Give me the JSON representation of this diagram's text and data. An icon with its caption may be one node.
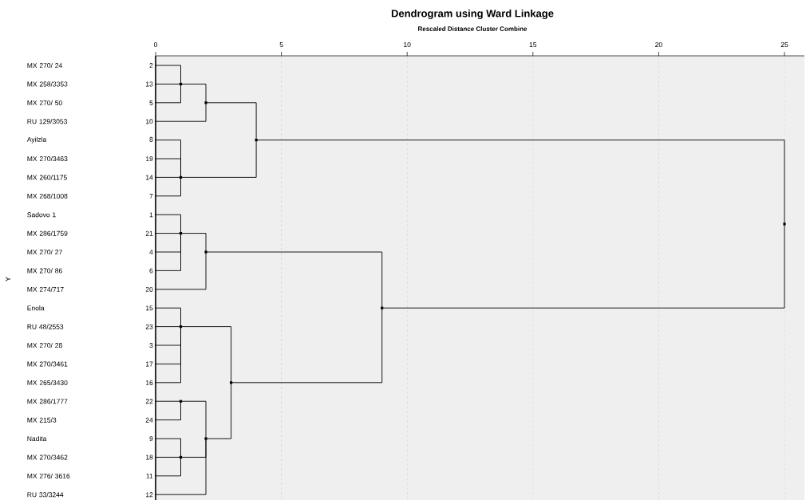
{
  "diagram": {
    "title": "Dendrogram using Ward Linkage",
    "nodes": [
      {
        "text": [
          "MX 270/ 24",
          "2"
        ]
      },
      {
        "text": [
          "MX 258/3353",
          "13"
        ]
      },
      {
        "text": [
          "MX 270/ 50",
          "5"
        ]
      },
      {
        "text": [
          "RU 129/3053",
          "10"
        ]
      },
      {
        "text": [
          "Ayilzla",
          "8"
        ]
      },
      {
        "text": [
          "MX 270/3463",
          "19"
        ]
      },
      {
        "text": [
          "MX 260/1175",
          "14"
        ]
      },
      {
        "text": [
          "MX 268/1008",
          "7"
        ]
      },
      {
        "text": [
          "Sadovo 1",
          "1"
        ]
      },
      {
        "text": [
          "MX 286/1759",
          "21"
        ]
      },
      {
        "text": [
          "MX 270/ 27",
          "4"
        ]
      },
      {
        "text": [
          "MX 270/ 86",
          "6"
        ]
      },
      {
        "text": [
          "MX 274/717",
          "20"
        ]
      },
      {
        "text": [
          "Enola",
          "15"
        ]
      },
      {
        "text": [
          "RU 48/2553",
          "23"
        ]
      },
      {
        "text": [
          "MX 270/ 28",
          "3"
        ]
      },
      {
        "text": [
          "MX 270/3461",
          "17"
        ]
      },
      {
        "text": [
          "MX 265/3430",
          "16"
        ]
      },
      {
        "text": [
          "MX 286/1777",
          "22"
        ]
      },
      {
        "text": [
          "MX 215/3",
          "24"
        ]
      },
      {
        "text": [
          "Nadita",
          "9"
        ]
      },
      {
        "text": [
          "MX 270/3462",
          "18"
        ]
      },
      {
        "text": [
          "MX 276/ 3616",
          "11"
        ]
      },
      {
        "text": [
          "RU 33/3244",
          "12"
        ]
      },
      {
        "text": [],
        "shape": "point"
      },
      {
        "text": [],
        "shape": "point"
      },
      {
        "text": [],
        "shape": "point"
      },
      {
        "text": [],
        "shape": "point"
      },
      {
        "text": [],
        "shape": "point"
      },
      {
        "text": [],
        "shape": "point"
      },
      {
        "text": [],
        "shape": "point"
      },
      {
        "text": [],
        "shape": "point"
      },
      {
        "text": [],
        "shape": "point"
      },
      {
        "text": [],
        "shape": "point"
      },
      {
        "text": [],
        "shape": "point"
      },
      {
        "text": [],
        "shape": "point"
      },
      {
        "text": [],
        "shape": "point"
      }
    ],
    "edges": [
      {
        "from": 0,
        "to": 24,
        "arrow": "none"
      },
      {
        "from": 1,
        "to": 24,
        "arrow": "none"
      },
      {
        "from": 2,
        "to": 24,
        "arrow": "none"
      },
      {
        "from": 24,
        "to": 25,
        "arrow": "none"
      },
      {
        "from": 3,
        "to": 25,
        "arrow": "none"
      },
      {
        "from": 4,
        "to": 26,
        "arrow": "none"
      },
      {
        "from": 5,
        "to": 26,
        "arrow": "none"
      },
      {
        "from": 6,
        "to": 26,
        "arrow": "none"
      },
      {
        "from": 7,
        "to": 26,
        "arrow": "none"
      },
      {
        "from": 25,
        "to": 27,
        "arrow": "none"
      },
      {
        "from": 26,
        "to": 27,
        "arrow": "none"
      },
      {
        "from": 8,
        "to": 28,
        "arrow": "none"
      },
      {
        "from": 9,
        "to": 28,
        "arrow": "none"
      },
      {
        "from": 10,
        "to": 28,
        "arrow": "none"
      },
      {
        "from": 11,
        "to": 28,
        "arrow": "none"
      },
      {
        "from": 28,
        "to": 29,
        "arrow": "none"
      },
      {
        "from": 12,
        "to": 29,
        "arrow": "none"
      },
      {
        "from": 13,
        "to": 30,
        "arrow": "none"
      },
      {
        "from": 14,
        "to": 30,
        "arrow": "none"
      },
      {
        "from": 15,
        "to": 30,
        "arrow": "none"
      },
      {
        "from": 16,
        "to": 30,
        "arrow": "none"
      },
      {
        "from": 17,
        "to": 30,
        "arrow": "none"
      },
      {
        "from": 18,
        "to": 31,
        "arrow": "none"
      },
      {
        "from": 19,
        "to": 31,
        "arrow": "none"
      },
      {
        "from": 20,
        "to": 32,
        "arrow": "none"
      },
      {
        "from": 21,
        "to": 32,
        "arrow": "none"
      },
      {
        "from": 22,
        "to": 32,
        "arrow": "none"
      },
      {
        "from": 31,
        "to": 33,
        "arrow": "none"
      },
      {
        "from": 32,
        "to": 33,
        "arrow": "none"
      },
      {
        "from": 23,
        "to": 33,
        "arrow": "none"
      },
      {
        "from": 30,
        "to": 34,
        "arrow": "none"
      },
      {
        "from": 33,
        "to": 34,
        "arrow": "none"
      },
      {
        "from": 29,
        "to": 35,
        "arrow": "none"
      },
      {
        "from": 34,
        "to": 35,
        "arrow": "none"
      },
      {
        "from": 27,
        "to": 36,
        "arrow": "none"
      },
      {
        "from": 35,
        "to": 36,
        "arrow": "none"
      }
    ],
    "labels": [
      "Rescaled Distance Cluster Combine",
      "0",
      "5",
      "10",
      "15",
      "20",
      "25",
      "Y"
    ]
  }
}
